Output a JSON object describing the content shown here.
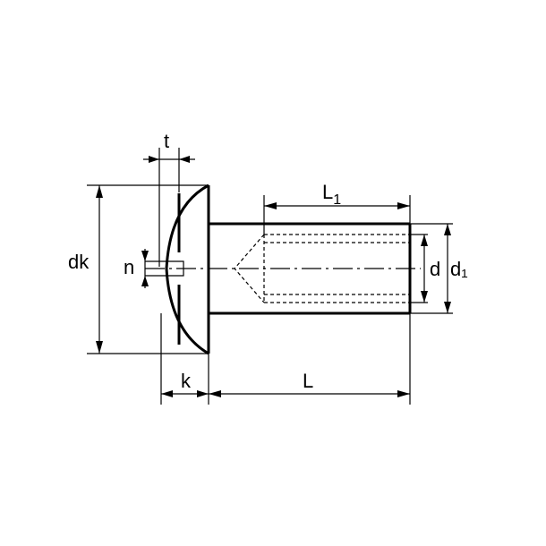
{
  "labels": {
    "t": "t",
    "L1_main": "L",
    "L1_sub": "1",
    "dk": "dk",
    "n": "n",
    "d": "d",
    "d1": "d₁",
    "k": "k",
    "L": "L"
  }
}
